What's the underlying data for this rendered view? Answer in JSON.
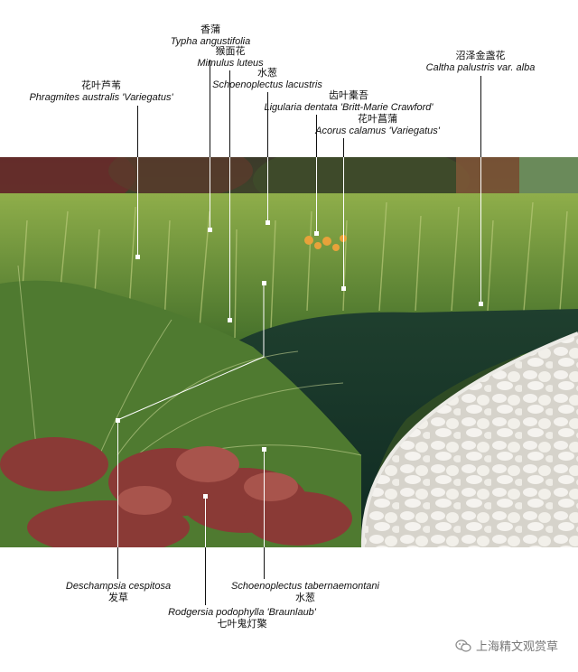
{
  "plants": [
    {
      "id": "typha",
      "cn": "香蒲",
      "latin": "Typha angustifolia"
    },
    {
      "id": "mimulus",
      "cn": "猴面花",
      "latin": "Mimulus luteus"
    },
    {
      "id": "schoeno-lac",
      "cn": "水葱",
      "latin": "Schoenoplectus lacustris"
    },
    {
      "id": "ligularia",
      "cn": "齿叶橐吾",
      "latin": "Ligularia dentata 'Britt-Marie Crawford'"
    },
    {
      "id": "acorus",
      "cn": "花叶菖蒲",
      "latin": "Acorus calamus 'Variegatus'"
    },
    {
      "id": "phragmites",
      "cn": "花叶芦苇",
      "latin": "Phragmites australis 'Variegatus'"
    },
    {
      "id": "caltha",
      "cn": "沼泽金盏花",
      "latin": "Caltha palustris var. alba"
    },
    {
      "id": "deschampsia",
      "cn": "发草",
      "latin": "Deschampsia cespitosa"
    },
    {
      "id": "schoeno-tab",
      "cn": "水葱",
      "latin": "Schoenoplectus tabernaemontani"
    },
    {
      "id": "rodgersia",
      "cn": "七叶鬼灯檠",
      "latin": "Rodgersia podophylla 'Braunlaub'"
    }
  ],
  "watermark": {
    "text": "上海精文观赏草",
    "icon": "wechat-icon"
  }
}
